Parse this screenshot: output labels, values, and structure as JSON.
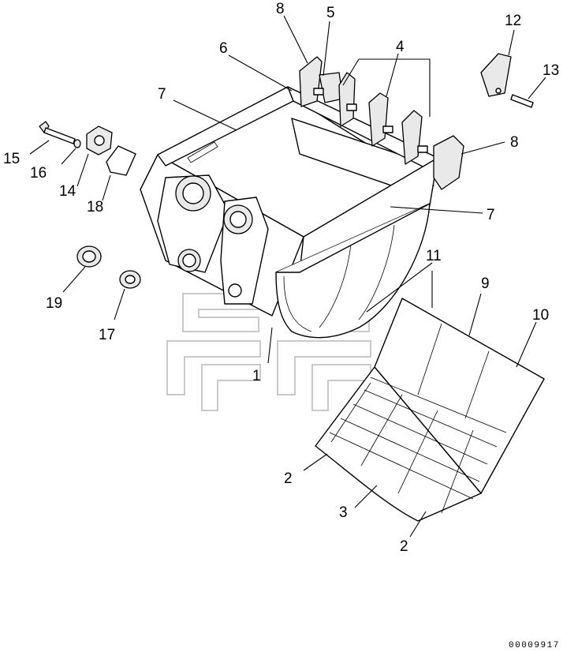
{
  "diagram": {
    "callouts": [
      {
        "id": "c1",
        "text": "1"
      },
      {
        "id": "c2a",
        "text": "2"
      },
      {
        "id": "c2b",
        "text": "2"
      },
      {
        "id": "c3",
        "text": "3"
      },
      {
        "id": "c4",
        "text": "4"
      },
      {
        "id": "c5",
        "text": "5"
      },
      {
        "id": "c6",
        "text": "6"
      },
      {
        "id": "c7a",
        "text": "7"
      },
      {
        "id": "c7b",
        "text": "7"
      },
      {
        "id": "c8a",
        "text": "8"
      },
      {
        "id": "c8b",
        "text": "8"
      },
      {
        "id": "c9",
        "text": "9"
      },
      {
        "id": "c10",
        "text": "10"
      },
      {
        "id": "c11",
        "text": "11"
      },
      {
        "id": "c12",
        "text": "12"
      },
      {
        "id": "c13",
        "text": "13"
      },
      {
        "id": "c14",
        "text": "14"
      },
      {
        "id": "c15",
        "text": "15"
      },
      {
        "id": "c16",
        "text": "16"
      },
      {
        "id": "c17",
        "text": "17"
      },
      {
        "id": "c18",
        "text": "18"
      },
      {
        "id": "c19",
        "text": "19"
      }
    ],
    "drawing_code": "00009917"
  }
}
